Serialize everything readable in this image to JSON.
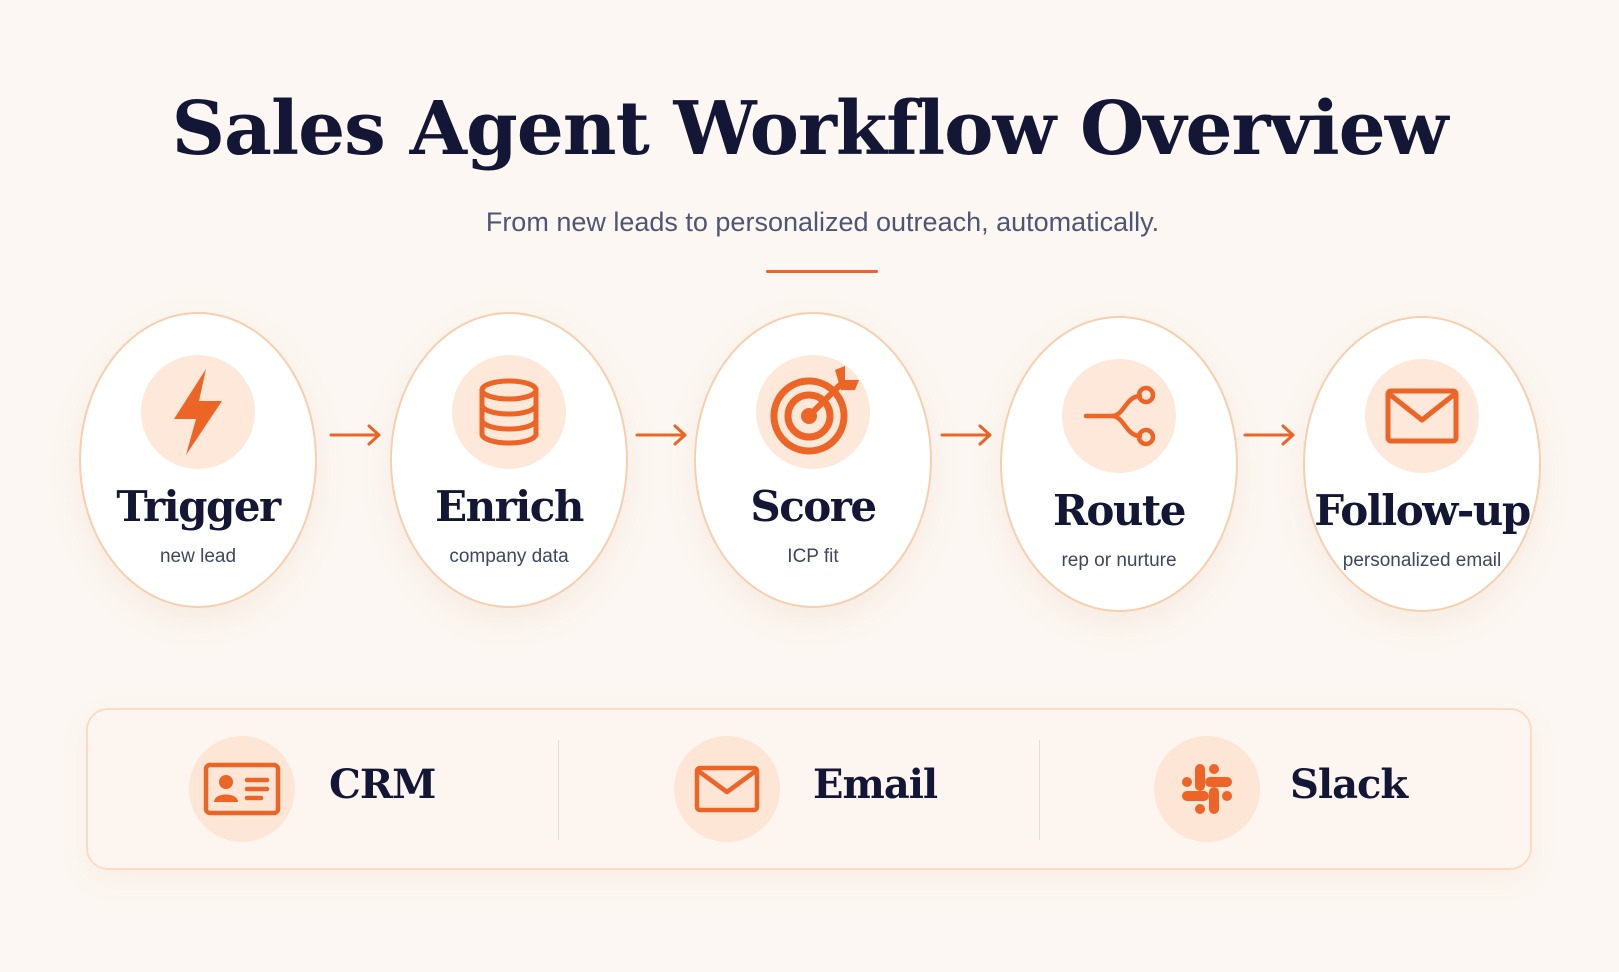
{
  "header": {
    "title": "Sales Agent Workflow Overview",
    "subtitle": "From new leads to personalized outreach, automatically."
  },
  "steps": [
    {
      "title": "Trigger",
      "subtitle": "new lead",
      "icon": "lightning-bolt-icon"
    },
    {
      "title": "Enrich",
      "subtitle": "company data",
      "icon": "database-icon"
    },
    {
      "title": "Score",
      "subtitle": "ICP fit",
      "icon": "target-icon"
    },
    {
      "title": "Route",
      "subtitle": "rep or nurture",
      "icon": "branch-icon"
    },
    {
      "title": "Follow-up",
      "subtitle": "personalized email",
      "icon": "envelope-icon"
    }
  ],
  "integrations": [
    {
      "label": "CRM",
      "icon": "contact-card-icon"
    },
    {
      "label": "Email",
      "icon": "envelope-icon"
    },
    {
      "label": "Slack",
      "icon": "slack-icon"
    }
  ],
  "colors": {
    "accent": "#ec6526",
    "title": "#131735",
    "background": "#fcf7f2",
    "icon_bg": "#fde8d9"
  }
}
